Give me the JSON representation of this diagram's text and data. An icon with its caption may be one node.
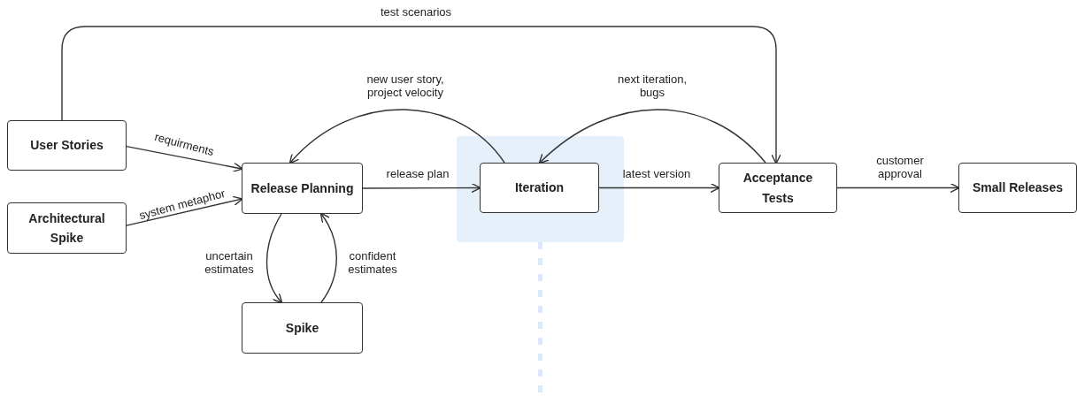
{
  "diagram": {
    "nodes": [
      {
        "text": [
          "User Stories"
        ]
      },
      {
        "text": [
          "Architectural Spike"
        ]
      },
      {
        "text": [
          "Release Planning"
        ]
      },
      {
        "text": [],
        "shape": "box"
      },
      {
        "text": [
          "Iteration"
        ],
        "in": 3
      },
      {
        "text": [
          "Acceptance Tests"
        ]
      },
      {
        "text": [
          "Small Releases"
        ]
      },
      {
        "text": [
          "Spike"
        ]
      }
    ],
    "edges": [
      {
        "from": 0,
        "to": 5,
        "arrow": "to",
        "label": "test scenarios"
      },
      {
        "from": 0,
        "to": 2,
        "arrow": "to",
        "label": "requirments"
      },
      {
        "from": 1,
        "to": 2,
        "arrow": "to",
        "label": "system metaphor"
      },
      {
        "from": 2,
        "to": 4,
        "arrow": "to",
        "label": "release plan"
      },
      {
        "from": 4,
        "to": 2,
        "arrow": "to",
        "label": "new user story, project velocity"
      },
      {
        "from": 5,
        "to": 4,
        "arrow": "to",
        "label": "next iteration, bugs"
      },
      {
        "from": 4,
        "to": 5,
        "arrow": "to",
        "label": "latest version"
      },
      {
        "from": 5,
        "to": 6,
        "arrow": "to",
        "label": "customer approval"
      },
      {
        "from": 2,
        "to": 7,
        "arrow": "to",
        "label": "uncertain estimates"
      },
      {
        "from": 7,
        "to": 2,
        "arrow": "to",
        "label": "confident estimates"
      },
      {
        "from": 3,
        "to": null,
        "arrow": "none",
        "style": "dashed",
        "color": "#dbe9fa"
      }
    ]
  }
}
